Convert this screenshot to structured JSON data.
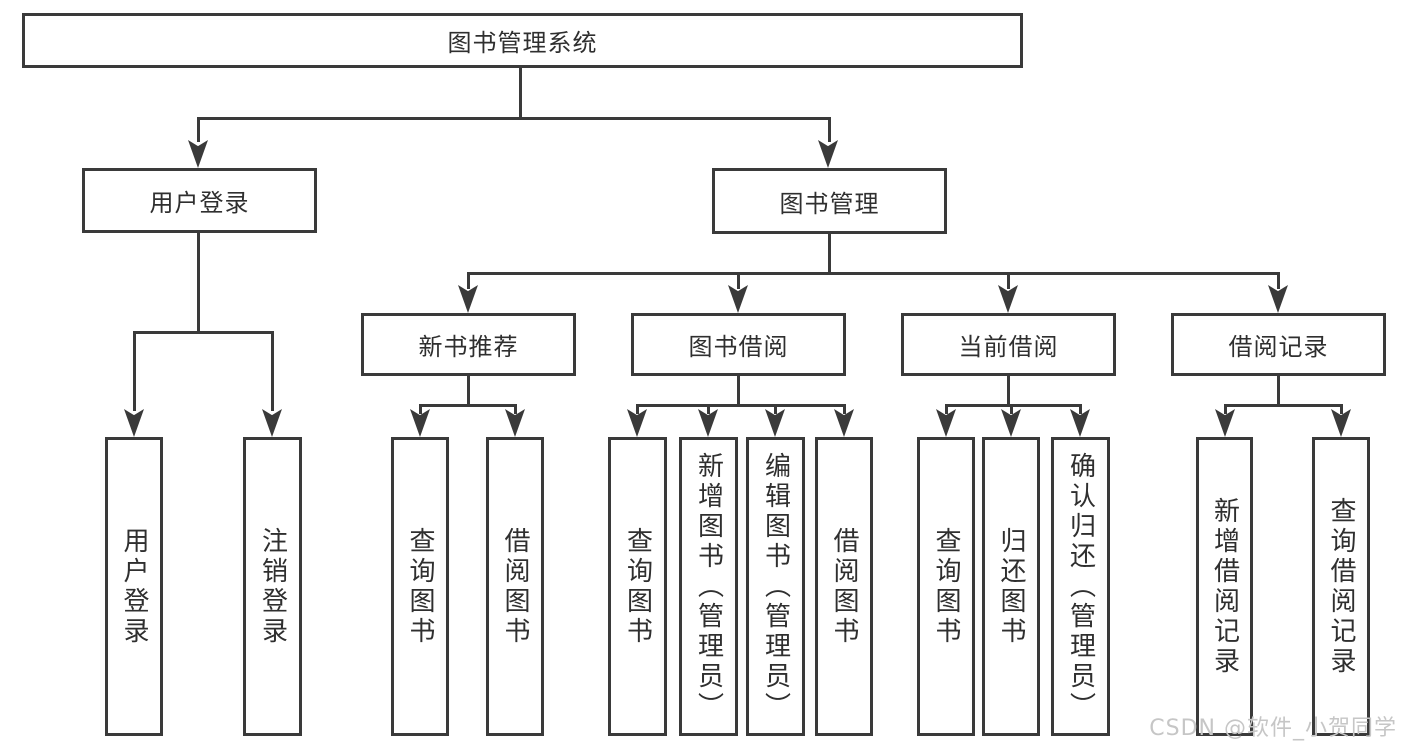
{
  "colors": {
    "line": "#3a3a3a",
    "text": "#2f2f2f",
    "background": "#ffffff",
    "watermark_text_color": "#c6c6c6"
  },
  "root": {
    "label": "图书管理系统"
  },
  "level2": {
    "user_login": {
      "label": "用户登录"
    },
    "book_mgmt": {
      "label": "图书管理"
    }
  },
  "level3": {
    "new_book": {
      "label": "新书推荐"
    },
    "book_borrow": {
      "label": "图书借阅"
    },
    "current_borrow": {
      "label": "当前借阅"
    },
    "borrow_record": {
      "label": "借阅记录"
    }
  },
  "leaves": {
    "user_login_1": {
      "label": "用户登录"
    },
    "user_login_2": {
      "label": "注销登录"
    },
    "new_book_1": {
      "label": "查询图书"
    },
    "new_book_2": {
      "label": "借阅图书"
    },
    "book_borrow_1": {
      "label": "查询图书"
    },
    "book_borrow_2": {
      "label": "新增图书（管理员）"
    },
    "book_borrow_3": {
      "label": "编辑图书（管理员）"
    },
    "book_borrow_4": {
      "label": "借阅图书"
    },
    "current_borrow_1": {
      "label": "查询图书"
    },
    "current_borrow_2": {
      "label": "归还图书"
    },
    "current_borrow_3": {
      "label": "确认归还（管理员）"
    },
    "borrow_record_1": {
      "label": "新增借阅记录"
    },
    "borrow_record_2": {
      "label": "查询借阅记录"
    }
  },
  "watermark": {
    "text": "CSDN @软件_小贺同学"
  }
}
